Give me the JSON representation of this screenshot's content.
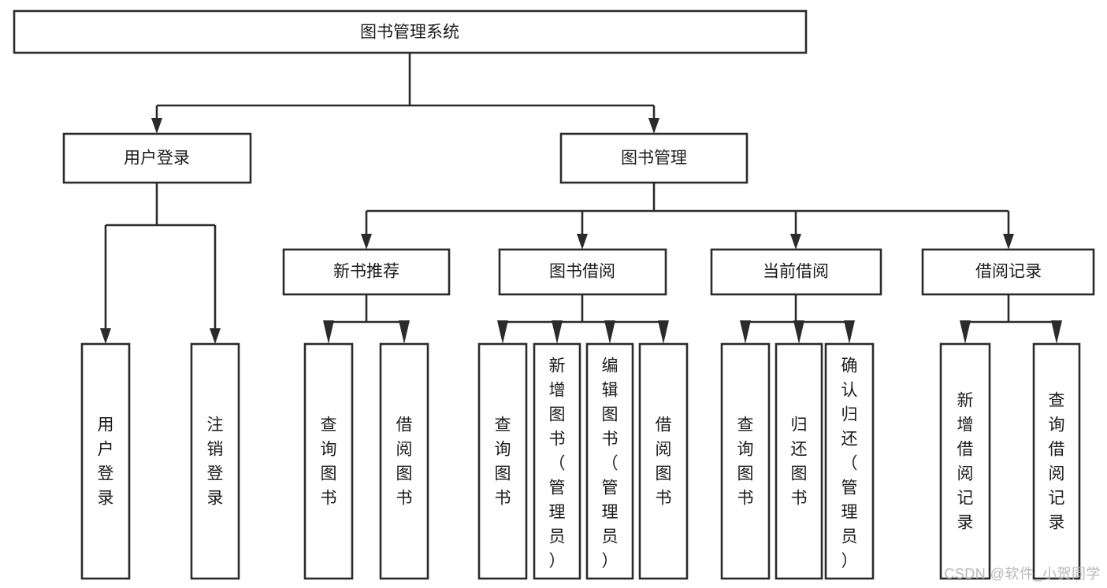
{
  "diagram": {
    "title": "图书管理系统",
    "type": "hierarchy-tree",
    "watermark": "CSDN @软件_小贺同学",
    "colors": {
      "stroke": "#2b2b2b",
      "fill": "#ffffff",
      "text": "#1a1a1a",
      "watermark": "#b8b8b8",
      "background": "#ffffff"
    },
    "levels": {
      "root": {
        "label": "图书管理系统"
      },
      "level2": [
        {
          "id": "user-login",
          "label": "用户登录"
        },
        {
          "id": "book-management",
          "label": "图书管理"
        }
      ],
      "level3": [
        {
          "id": "new-book-recommend",
          "label": "新书推荐",
          "parent": "book-management"
        },
        {
          "id": "book-borrow",
          "label": "图书借阅",
          "parent": "book-management"
        },
        {
          "id": "current-borrow",
          "label": "当前借阅",
          "parent": "book-management"
        },
        {
          "id": "borrow-record",
          "label": "借阅记录",
          "parent": "book-management"
        }
      ],
      "leaves": {
        "user-login": [
          {
            "id": "leaf-user-login",
            "label": "用户登录"
          },
          {
            "id": "leaf-logout-login",
            "label": "注销登录"
          }
        ],
        "new-book-recommend": [
          {
            "id": "leaf-query-book-1",
            "label": "查询图书"
          },
          {
            "id": "leaf-borrow-book-1",
            "label": "借阅图书"
          }
        ],
        "book-borrow": [
          {
            "id": "leaf-query-book-2",
            "label": "查询图书"
          },
          {
            "id": "leaf-add-book",
            "label": "新增图书（管理员）"
          },
          {
            "id": "leaf-edit-book",
            "label": "编辑图书（管理员）"
          },
          {
            "id": "leaf-borrow-book-2",
            "label": "借阅图书"
          }
        ],
        "current-borrow": [
          {
            "id": "leaf-query-book-3",
            "label": "查询图书"
          },
          {
            "id": "leaf-return-book",
            "label": "归还图书"
          },
          {
            "id": "leaf-confirm-return",
            "label": "确认归还（管理员）"
          }
        ],
        "borrow-record": [
          {
            "id": "leaf-add-record",
            "label": "新增借阅记录"
          },
          {
            "id": "leaf-query-record",
            "label": "查询借阅记录"
          }
        ]
      }
    }
  }
}
